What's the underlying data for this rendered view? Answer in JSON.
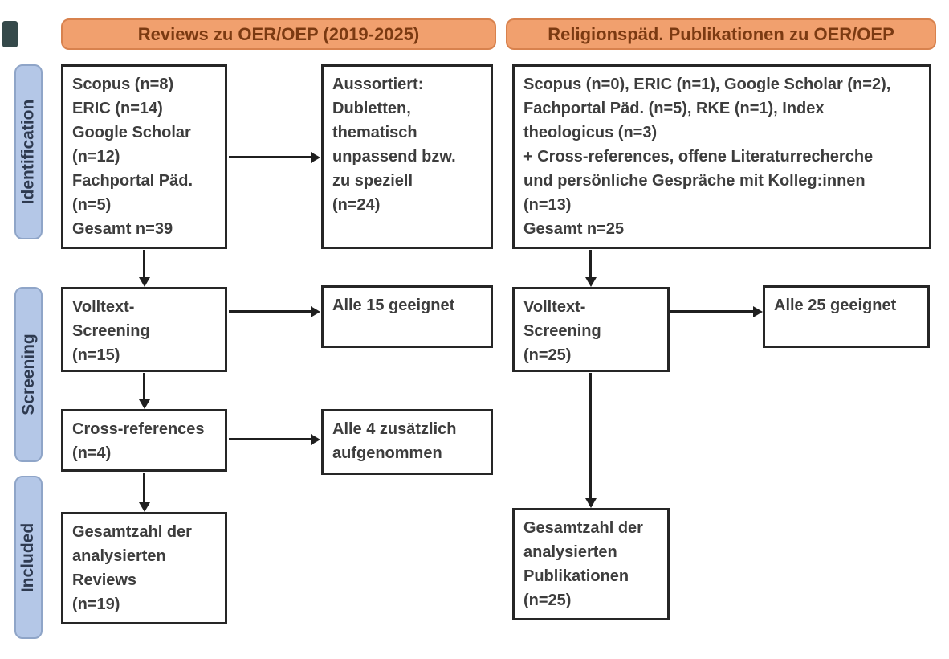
{
  "headers": {
    "left": "Reviews zu OER/OEP (2019-2025)",
    "right": "Religionspäd. Publikationen zu OER/OEP"
  },
  "stages": {
    "identification": "Identification",
    "screening": "Screening",
    "included": "Included"
  },
  "boxes": {
    "left_sources": {
      "lines": [
        "Scopus (n=8)",
        "ERIC (n=14)",
        "Google Scholar",
        "(n=12)",
        "Fachportal Päd.",
        "(n=5)",
        "Gesamt n=39"
      ]
    },
    "left_excluded": {
      "lines": [
        "Aussortiert:",
        "Dubletten,",
        "thematisch",
        "unpassend bzw.",
        "zu speziell",
        "(n=24)"
      ]
    },
    "left_fulltext": {
      "lines": [
        "Volltext-",
        "Screening",
        "(n=15)"
      ]
    },
    "left_fulltext_result": {
      "lines": [
        "Alle 15 geeignet"
      ]
    },
    "left_crossref": {
      "lines": [
        "Cross-references",
        "(n=4)"
      ]
    },
    "left_crossref_result": {
      "lines": [
        "Alle 4 zusätzlich",
        "aufgenommen"
      ]
    },
    "left_included": {
      "lines": [
        "Gesamtzahl der",
        "analysierten",
        "Reviews",
        "(n=19)"
      ]
    },
    "right_sources": {
      "lines": [
        "Scopus (n=0), ERIC (n=1), Google Scholar (n=2),",
        "Fachportal Päd. (n=5), RKE (n=1), Index",
        "theologicus (n=3)",
        "+ Cross-references, offene Literaturrecherche",
        "und persönliche Gespräche mit Kolleg:innen",
        "(n=13)",
        "Gesamt n=25"
      ]
    },
    "right_fulltext": {
      "lines": [
        "Volltext-",
        "Screening",
        "(n=25)"
      ]
    },
    "right_fulltext_result": {
      "lines": [
        "Alle 25 geeignet"
      ]
    },
    "right_included": {
      "lines": [
        "Gesamtzahl der",
        "analysierten",
        "Publikationen",
        "(n=25)"
      ]
    }
  },
  "colors": {
    "header_fill": "#F1A06E",
    "header_border": "#D8824E",
    "header_text": "#7B3A12",
    "stage_fill": "#B4C7E7",
    "stage_border": "#8FA5C8",
    "stage_text": "#2E3A50",
    "box_border": "#262626",
    "box_text": "#3D3D3D",
    "arrow": "#1F1F1F",
    "canvas_bg": "#FFFFFF"
  }
}
